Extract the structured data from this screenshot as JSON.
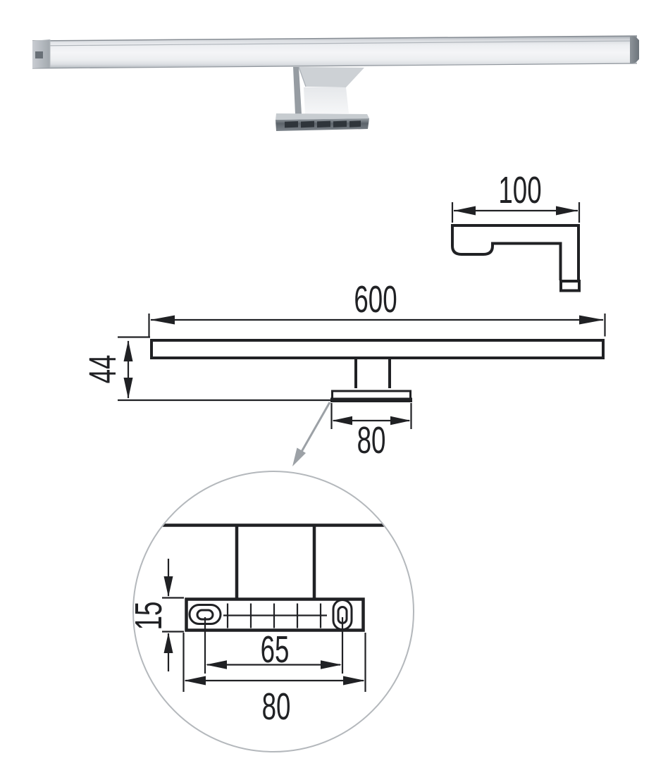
{
  "drawing": {
    "side_view": {
      "depth_label": "100"
    },
    "front_view": {
      "length_label": "600",
      "height_label": "44",
      "base_width_label": "80"
    },
    "detail_view": {
      "plate_thickness_label": "15",
      "hole_spacing_label": "65",
      "plate_length_label": "80"
    }
  },
  "colors": {
    "line": "#202124",
    "leader_gray": "#9ca1a6",
    "circle_gray": "#b4b8bc",
    "background": "#ffffff",
    "photo_metal": "#c2c7cc",
    "photo_diffuser": "#f4f5f7",
    "photo_slot_dark": "#2f353b"
  }
}
